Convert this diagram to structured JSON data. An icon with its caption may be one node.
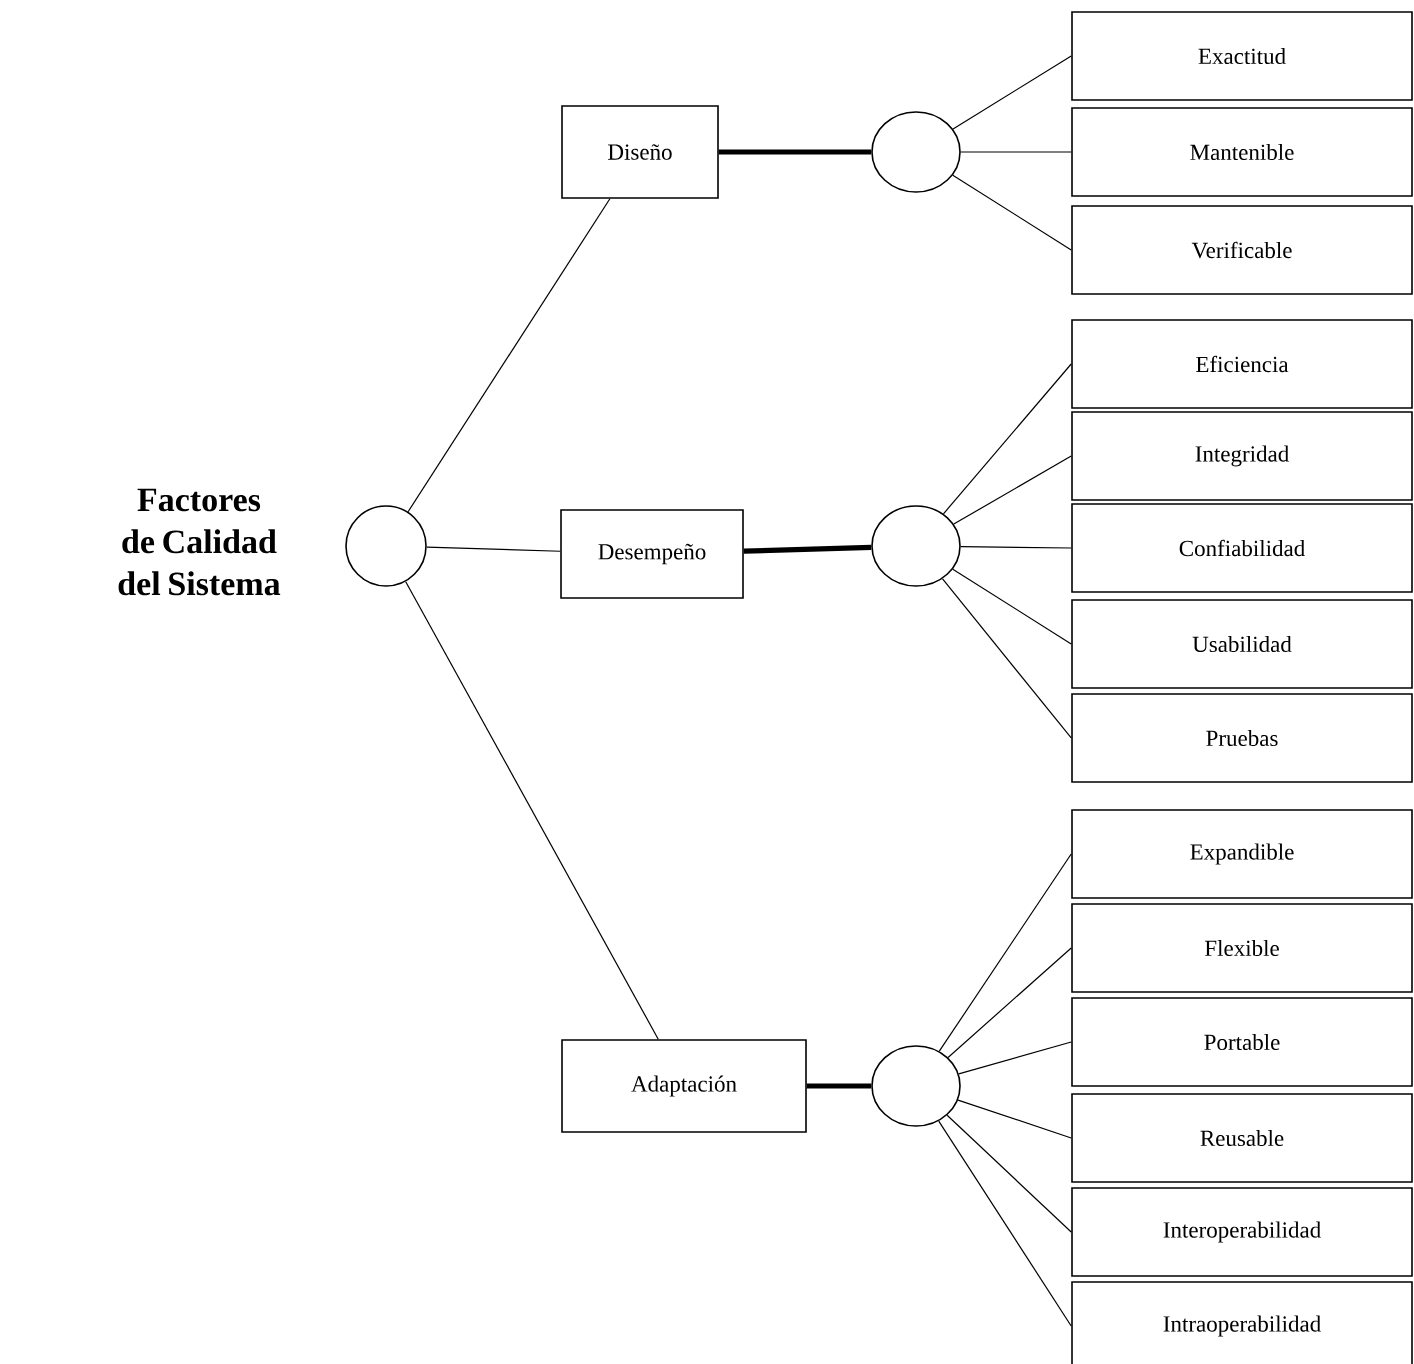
{
  "diagram": {
    "nodes": [
      {
        "text": [],
        "shape": "circle",
        "beside": [
          "Factores de Calidad del Sistema"
        ]
      },
      {
        "text": [
          "Diseño"
        ]
      },
      {
        "text": [],
        "shape": "circle"
      },
      {
        "text": [
          "Exactitud"
        ]
      },
      {
        "text": [
          "Mantenible"
        ]
      },
      {
        "text": [
          "Verificable"
        ]
      },
      {
        "text": [
          "Desempeño"
        ]
      },
      {
        "text": [],
        "shape": "circle"
      },
      {
        "text": [
          "Eficiencia"
        ]
      },
      {
        "text": [
          "Integridad"
        ]
      },
      {
        "text": [
          "Confiabilidad"
        ]
      },
      {
        "text": [
          "Usabilidad"
        ]
      },
      {
        "text": [
          "Pruebas"
        ]
      },
      {
        "text": [
          "Adaptación"
        ]
      },
      {
        "text": [],
        "shape": "circle"
      },
      {
        "text": [
          "Expandible"
        ]
      },
      {
        "text": [
          "Flexible"
        ]
      },
      {
        "text": [
          "Portable"
        ]
      },
      {
        "text": [
          "Reusable"
        ]
      },
      {
        "text": [
          "Interoperabilidad"
        ]
      },
      {
        "text": [
          "Intraoperabilidad"
        ]
      }
    ],
    "edges": [
      {
        "from": 0,
        "to": 1,
        "arrow": "none"
      },
      {
        "from": 0,
        "to": 6,
        "arrow": "none"
      },
      {
        "from": 0,
        "to": 13,
        "arrow": "none"
      },
      {
        "from": 1,
        "to": 2,
        "arrow": "none",
        "style": "thick"
      },
      {
        "from": 2,
        "to": 3,
        "arrow": "none"
      },
      {
        "from": 2,
        "to": 4,
        "arrow": "none"
      },
      {
        "from": 2,
        "to": 5,
        "arrow": "none"
      },
      {
        "from": 6,
        "to": 7,
        "arrow": "none",
        "style": "thick"
      },
      {
        "from": 7,
        "to": 8,
        "arrow": "none"
      },
      {
        "from": 7,
        "to": 9,
        "arrow": "none"
      },
      {
        "from": 7,
        "to": 10,
        "arrow": "none"
      },
      {
        "from": 7,
        "to": 11,
        "arrow": "none"
      },
      {
        "from": 7,
        "to": 12,
        "arrow": "none"
      },
      {
        "from": 13,
        "to": 14,
        "arrow": "none",
        "style": "thick"
      },
      {
        "from": 14,
        "to": 15,
        "arrow": "none"
      },
      {
        "from": 14,
        "to": 16,
        "arrow": "none"
      },
      {
        "from": 14,
        "to": 17,
        "arrow": "none"
      },
      {
        "from": 14,
        "to": 18,
        "arrow": "none"
      },
      {
        "from": 14,
        "to": 19,
        "arrow": "none"
      },
      {
        "from": 14,
        "to": 20,
        "arrow": "none"
      }
    ]
  }
}
